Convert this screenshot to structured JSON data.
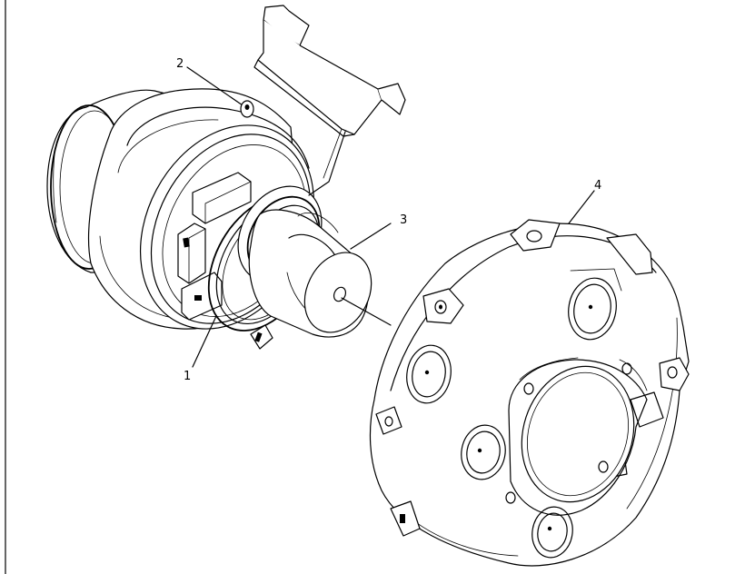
{
  "diagram": {
    "callouts": [
      {
        "id": "1",
        "label": "1"
      },
      {
        "id": "2",
        "label": "2"
      },
      {
        "id": "3",
        "label": "3"
      },
      {
        "id": "4",
        "label": "4"
      }
    ]
  },
  "colors": {
    "line": "#000000",
    "background": "#ffffff"
  }
}
